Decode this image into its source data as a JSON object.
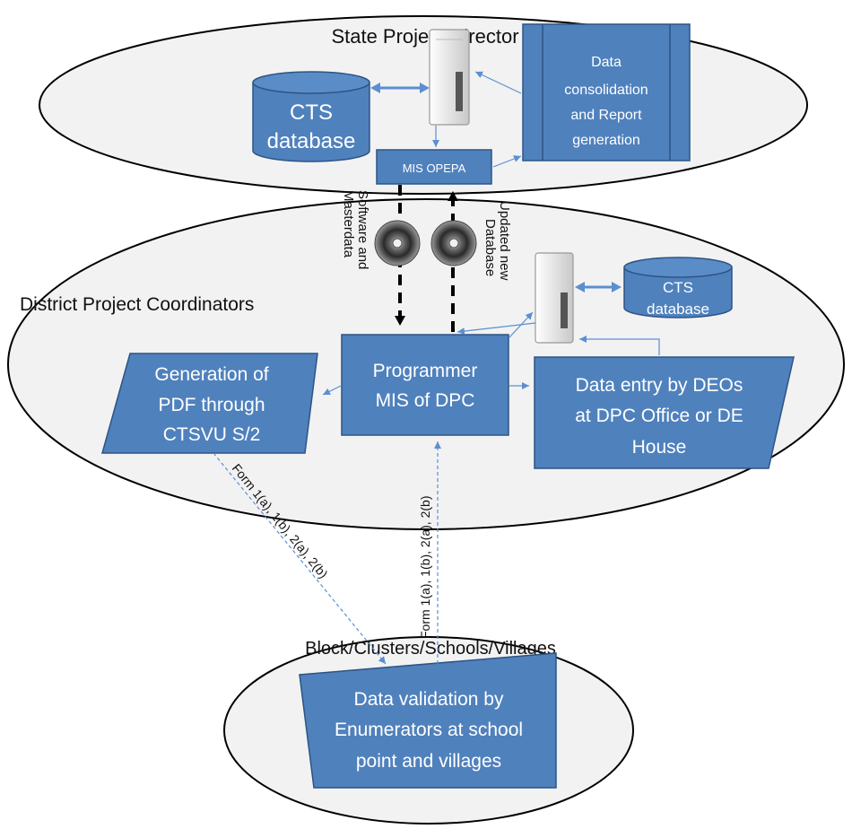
{
  "zones": {
    "state": "State Project Director",
    "district": "District Project Coordinators",
    "block": "Block/Clusters/Schools/Villages"
  },
  "state_nodes": {
    "cts_db_line1": "CTS",
    "cts_db_line2": "database",
    "consolidation_line1": "Data",
    "consolidation_line2": "consolidation",
    "consolidation_line3": "and Report",
    "consolidation_line4": "generation",
    "mis": "MIS OPEPA"
  },
  "transfer": {
    "down_line1": "Software and",
    "down_line2": "Masterdata",
    "up_line1": "Updated new",
    "up_line2": "Database"
  },
  "district_nodes": {
    "cts_db_line1": "CTS",
    "cts_db_line2": "database",
    "programmer_line1": "Programmer",
    "programmer_line2": "MIS of DPC",
    "pdf_line1": "Generation of",
    "pdf_line2": "PDF through",
    "pdf_line3": "CTSVU S/2",
    "entry_line1": "Data entry by DEOs",
    "entry_line2": "at DPC Office or DE",
    "entry_line3": "House"
  },
  "block_nodes": {
    "validation_line1": "Data validation by",
    "validation_line2": "Enumerators at school",
    "validation_line3": "point and villages"
  },
  "form_labels": {
    "left": "Form 1(a), 1(b), 2(a), 2(b)",
    "right": "Form 1(a), 1(b), 2(a), 2(b)"
  },
  "colors": {
    "box_fill": "#4f81bd",
    "box_stroke": "#2c5484",
    "zone_fill": "#f2f2f2",
    "arrow": "#5b8fd0",
    "dashed": "#000000"
  }
}
